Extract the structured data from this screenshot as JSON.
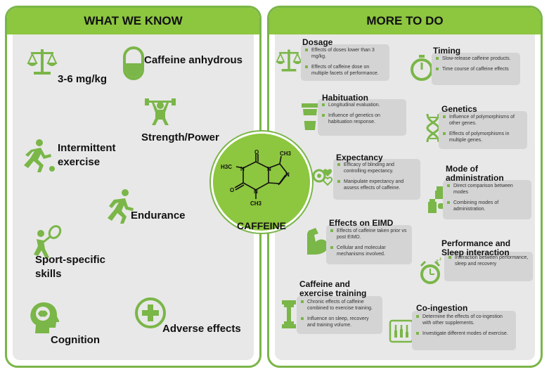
{
  "left_panel": {
    "title": "WHAT WE KNOW",
    "items": [
      {
        "icon": "scale-icon",
        "label": "3-6 mg/kg"
      },
      {
        "icon": "pill-icon",
        "label": "Caffeine anhydrous"
      },
      {
        "icon": "weightlifter-icon",
        "label": "Strength/Power"
      },
      {
        "icon": "sprinter-icon",
        "label": "Intermittent exercise"
      },
      {
        "icon": "runner-icon",
        "label": "Endurance"
      },
      {
        "icon": "tennis-player-icon",
        "label": "Sport-specific skills"
      },
      {
        "icon": "brain-head-icon",
        "label": "Cognition"
      },
      {
        "icon": "medical-cross-icon",
        "label": "Adverse effects"
      }
    ]
  },
  "center": {
    "molecule_labels": {
      "ch3_top": "CH3",
      "ch3_left": "H3C",
      "ch3_bottom": "CH3",
      "o_top": "O",
      "o_left": "O",
      "n1": "N",
      "n2": "N",
      "n3": "N",
      "n4": "N"
    },
    "label": "CAFFEINE"
  },
  "right_panel": {
    "title": "MORE TO DO",
    "items": [
      {
        "icon": "scale-icon",
        "title": "Dosage",
        "bullets": [
          "Effects of doses lower than 3 mg/kg.",
          "Effects of caffeine dose on multiple facets of performance."
        ]
      },
      {
        "icon": "stopwatch-icon",
        "title": "Timing",
        "bullets": [
          "Slow-release caffeine products.",
          "Time course of caffeine effects"
        ]
      },
      {
        "icon": "coffee-cup-icon",
        "title": "Habituation",
        "bullets": [
          "Longitudinal evaluation.",
          "Influence of genetics on habituation response."
        ]
      },
      {
        "icon": "dna-icon",
        "title": "Genetics",
        "bullets": [
          "Influence of polymorphisms of other genes.",
          "Effects of polymorphisms in multiple genes."
        ]
      },
      {
        "icon": "brain-heart-icon",
        "title": "Expectancy",
        "bullets": [
          "Efficacy of blinding and controlling expectancy.",
          "Manipulate expectancy and assess effects of caffeine."
        ]
      },
      {
        "icon": "products-icon",
        "title": "Mode of administration",
        "bullets": [
          "Direct comparison between modes",
          "Combining modes of administration."
        ]
      },
      {
        "icon": "flexed-arm-icon",
        "title": "Effects on EIMD",
        "bullets": [
          "Effects of caffeine taken prior vs post EIMD.",
          "Cellular and molecular mechanisms involved."
        ]
      },
      {
        "icon": "alarm-clock-icon",
        "title": "Performance and Sleep interaction",
        "bullets": [
          "Interaction between performance, sleep and recovery"
        ]
      },
      {
        "icon": "dumbbell-icon",
        "title": "Caffeine and exercise training",
        "bullets": [
          "Chronic effects of caffeine combined to exercise training.",
          "Influence on sleep, recovery and training volume."
        ]
      },
      {
        "icon": "test-tubes-icon",
        "title": "Co-ingestion",
        "bullets": [
          "Determine the effects of co-ingestion with other supplements.",
          "Investigate different modes of exercise."
        ]
      }
    ]
  },
  "colors": {
    "accent": "#8dc63f",
    "accent_dark": "#7ab648",
    "panel_bg": "#e8e8e8",
    "box_bg": "#d4d4d4"
  }
}
